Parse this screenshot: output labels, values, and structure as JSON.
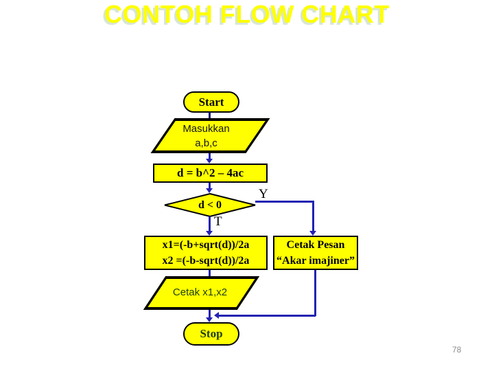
{
  "slide": {
    "title": "CONTOH FLOW CHART",
    "page_number": "78"
  },
  "colors": {
    "background": "#ffffff",
    "shape_fill": "#ffff00",
    "shape_border": "#000000",
    "connector_blue": "#2222b2",
    "connector_navy": "#17176e",
    "title_text": "#ffff00",
    "title_shadow": "#d8e6d4",
    "dark_green_text": "#1e3c10",
    "black_text": "#000000",
    "page_number_gray": "#8c8c8c"
  },
  "flowchart": {
    "start": {
      "label": "Start"
    },
    "input": {
      "line1": "Masukkan",
      "line2": "a,b,c"
    },
    "process1": {
      "label": "d = b^2 – 4ac"
    },
    "decision": {
      "label": "d < 0",
      "yes_label": "Y",
      "no_label": "T"
    },
    "roots": {
      "line1": "x1=(-b+sqrt(d))/2a",
      "line2": "x2 =(-b-sqrt(d))/2a"
    },
    "message": {
      "line1": "Cetak Pesan",
      "line2": "“Akar imajiner”"
    },
    "output": {
      "label": "Cetak x1,x2"
    },
    "stop": {
      "label": "Stop"
    }
  }
}
